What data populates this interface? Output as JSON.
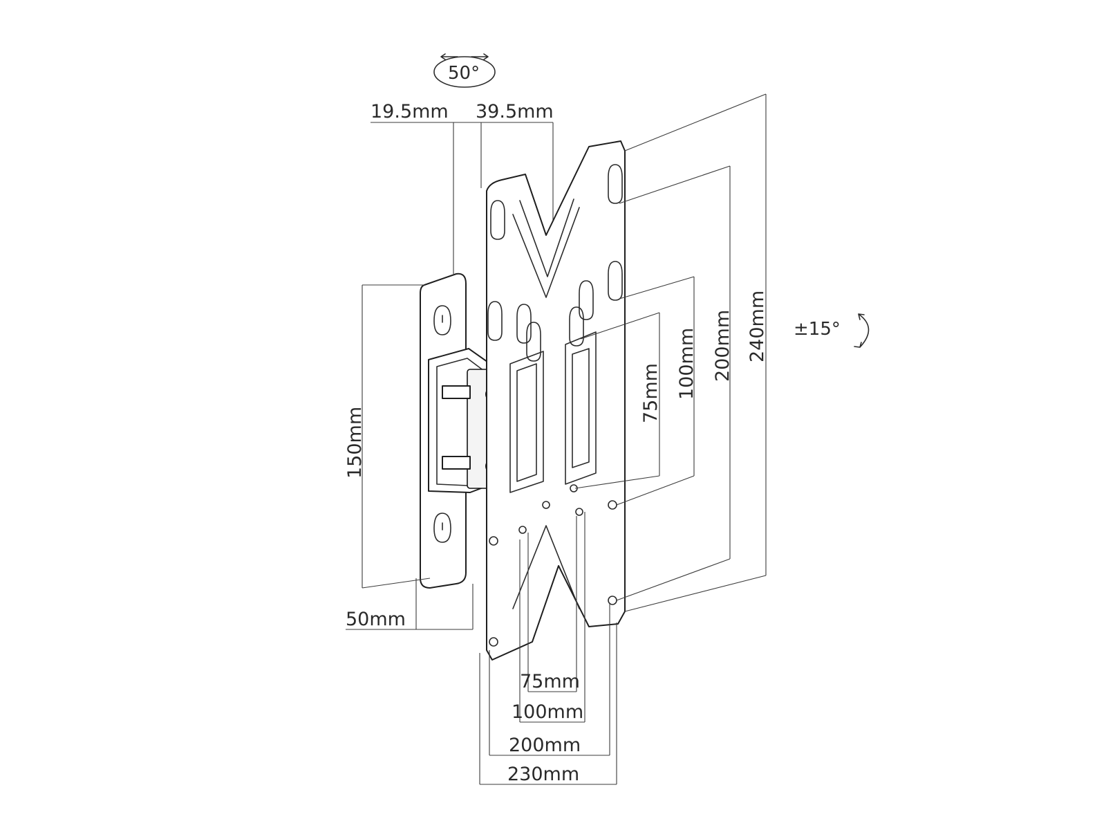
{
  "diagram": {
    "rotation_label": "50°",
    "tilt_label": "±15°",
    "dims": {
      "depth_min": "19.5mm",
      "depth_max": "39.5mm",
      "wall_height": "150mm",
      "wall_width": "50mm",
      "v75": "75mm",
      "v100": "100mm",
      "v200": "200mm",
      "v240": "240mm",
      "h75": "75mm",
      "h100": "100mm",
      "h200": "200mm",
      "h230": "230mm"
    }
  }
}
